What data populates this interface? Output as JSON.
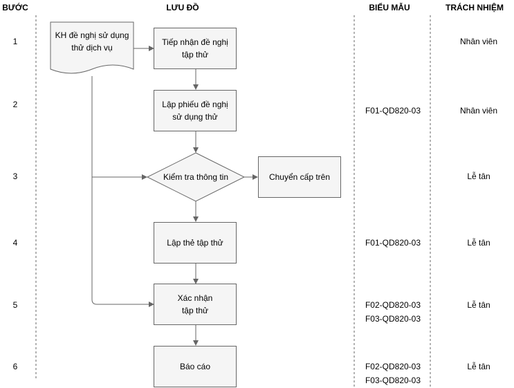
{
  "headers": {
    "step": "BƯỚC",
    "flow": "LƯU ĐỒ",
    "form": "BIỂU MẪU",
    "responsibility": "TRÁCH NHIỆM"
  },
  "steps": [
    "1",
    "2",
    "3",
    "4",
    "5",
    "6"
  ],
  "nodes": {
    "request_doc": "KH đề nghị sử dụng thử dịch vụ",
    "receive": "Tiếp nhận đề nghị tập thử",
    "create_form": "Lập phiếu đề nghị sử dụng thử",
    "check_info": "Kiểm tra thông tin",
    "escalate": "Chuyển cấp trên",
    "create_card": "Lập thẻ tập thử",
    "confirm": "Xác nhận\ntập thử",
    "report": "Báo cáo"
  },
  "forms": {
    "step2": "F01-QD820-03",
    "step4": "F01-QD820-03",
    "step5_a": "F02-QD820-03",
    "step5_b": "F03-QD820-03",
    "step6_a": "F02-QD820-03",
    "step6_b": "F03-QD820-03"
  },
  "responsibility": {
    "step1": "Nhân viên",
    "step2": "Nhân viên",
    "step3": "Lễ tân",
    "step4": "Lễ tân",
    "step5": "Lễ tân",
    "step6": "Lễ tân"
  }
}
